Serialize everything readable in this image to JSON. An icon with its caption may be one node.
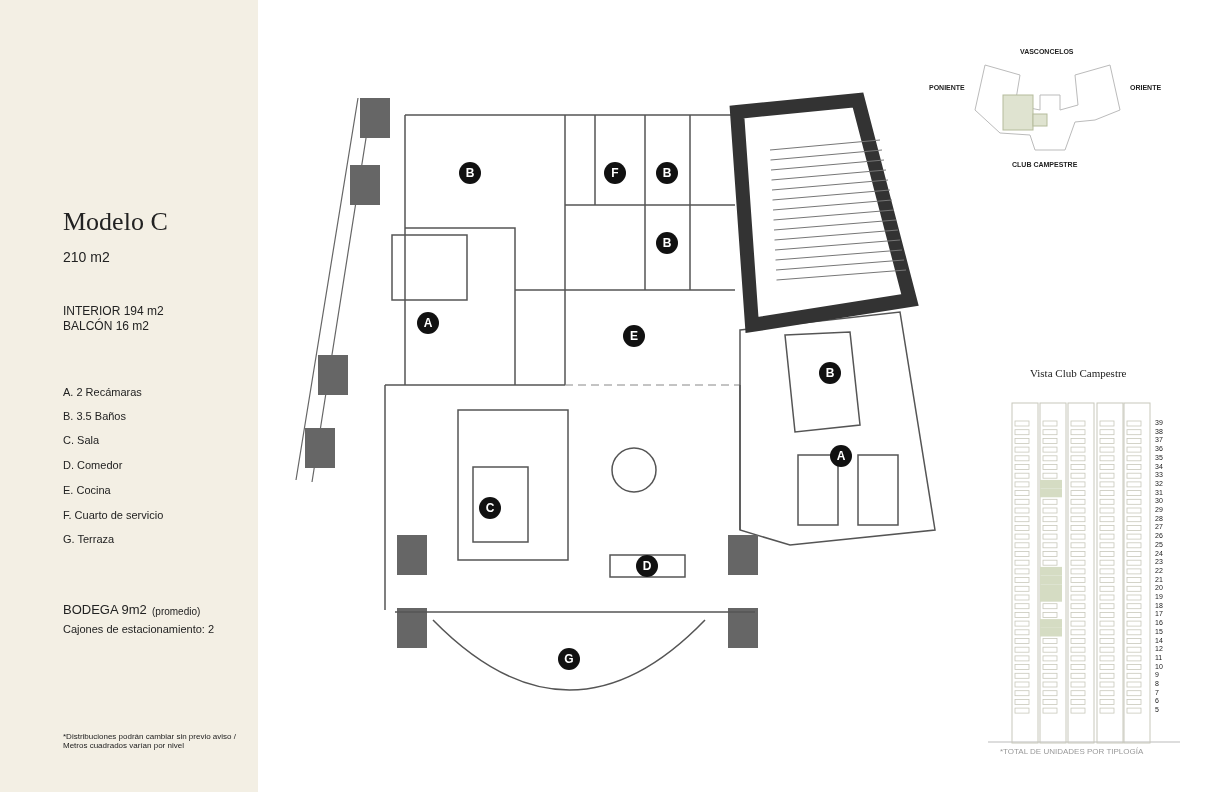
{
  "diagram": {
    "nodes": [
      {
        "text": [
          "B"
        ]
      },
      {
        "text": [
          "F"
        ]
      },
      {
        "text": [
          "B"
        ]
      },
      {
        "text": [
          "B"
        ]
      },
      {
        "text": [
          "A"
        ]
      },
      {
        "text": [
          "E"
        ]
      },
      {
        "text": [
          "B"
        ]
      },
      {
        "text": [
          "A"
        ]
      },
      {
        "text": [
          "C"
        ]
      },
      {
        "text": [
          "D"
        ]
      },
      {
        "text": [
          "G"
        ]
      }
    ],
    "labels": [
      "Modelo C",
      "210 m2",
      "INTERIOR 194 m2",
      "BALCÓN 16 m2",
      "A. 2 Recámaras",
      "B. 3.5 Baños",
      "C. Sala",
      "D. Comedor",
      "E. Cocina",
      "F. Cuarto de servicio",
      "G. Terraza",
      "BODEGA 9m2",
      "(promedio)",
      "Cajones de estacionamiento: 2",
      "*Distribuciones podrán cambiar sin previo aviso / Metros cuadrados varían por nivel",
      "VASCONCELOS",
      "PONIENTE",
      "ORIENTE",
      "CLUB CAMPESTRE",
      "Vista Club Campestre",
      "39",
      "38",
      "37",
      "36",
      "35",
      "34",
      "33",
      "32",
      "31",
      "30",
      "29",
      "28",
      "27",
      "26",
      "25",
      "24",
      "23",
      "22",
      "21",
      "20",
      "19",
      "18",
      "17",
      "16",
      "15",
      "14",
      "12",
      "11",
      "10",
      "9",
      "8",
      "7",
      "6",
      "5",
      "*TOTAL DE UNIDADES POR TIPLOGÍA"
    ]
  }
}
